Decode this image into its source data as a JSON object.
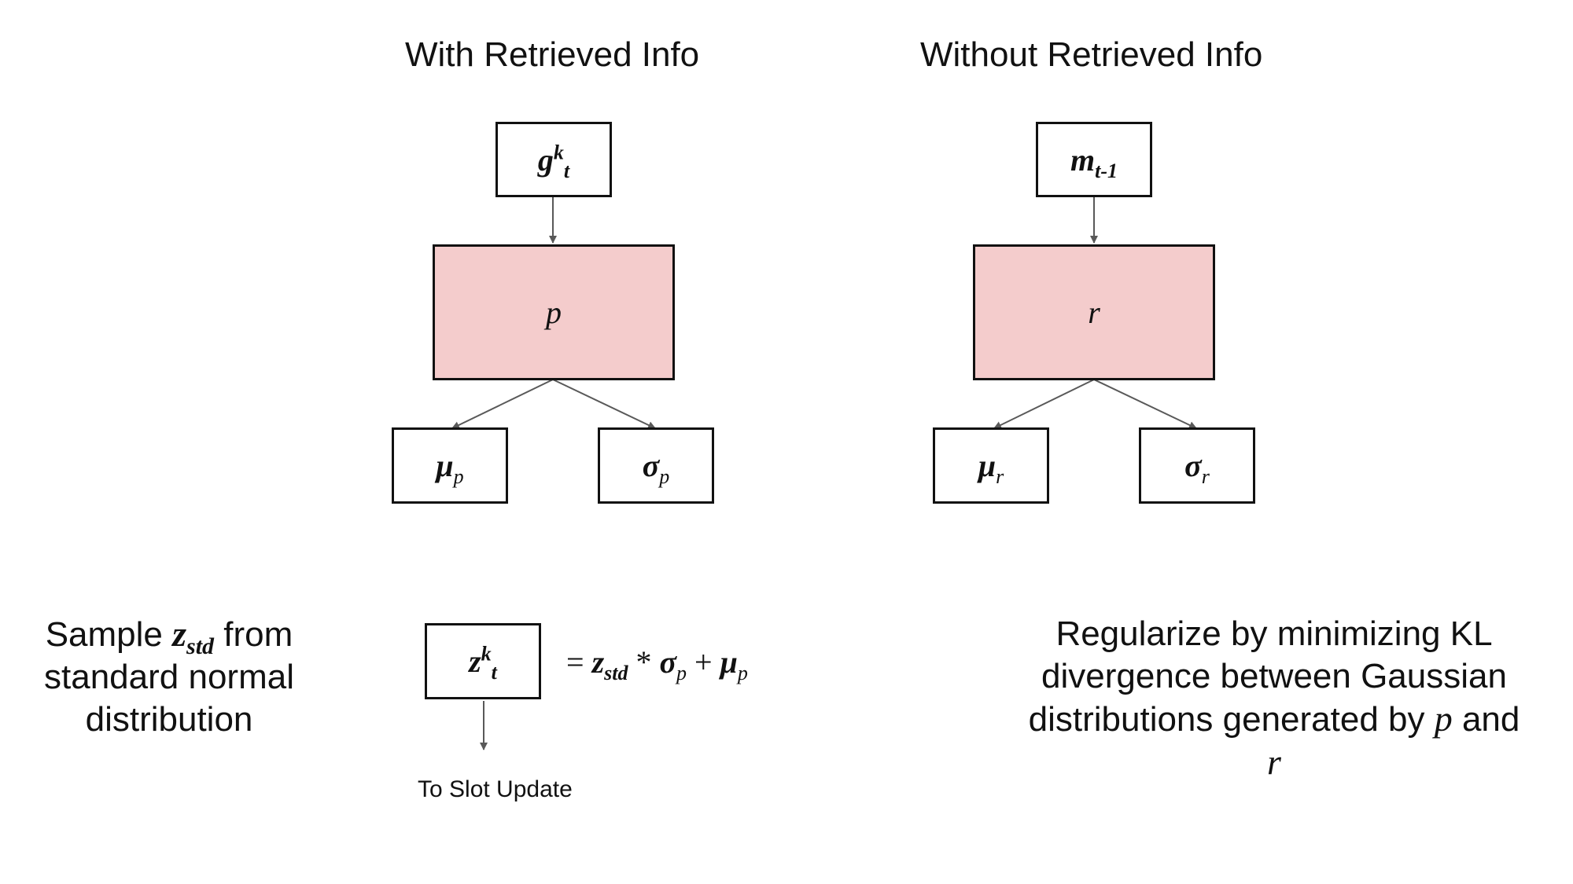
{
  "headings": {
    "left": "With Retrieved Info",
    "right": "Without Retrieved Info"
  },
  "left_tree": {
    "input": {
      "base": "g",
      "sup": "k",
      "sub": "t"
    },
    "network": "p",
    "mu": {
      "base": "μ",
      "sub": "p"
    },
    "sigma": {
      "base": "σ",
      "sub": "p"
    }
  },
  "right_tree": {
    "input": {
      "base": "m",
      "sub": "t-1"
    },
    "network": "r",
    "mu": {
      "base": "μ",
      "sub": "r"
    },
    "sigma": {
      "base": "σ",
      "sub": "r"
    }
  },
  "sample_note": {
    "pre": "Sample ",
    "var": "z",
    "var_sub": "std",
    "post": " from standard normal distribution"
  },
  "z_box": {
    "base": "z",
    "sup": "k",
    "sub": "t"
  },
  "equation": {
    "eq": "= ",
    "z": "z",
    "z_sub": "std",
    "times": " * ",
    "sigma": "σ",
    "sigma_sub": "p",
    "plus": " + ",
    "mu": "μ",
    "mu_sub": "p"
  },
  "to_slot_update": "To Slot Update",
  "regularize_note": {
    "text": "Regularize by minimizing KL divergence between Gaussian distributions generated by ",
    "p": "p",
    "and": " and ",
    "r": "r"
  },
  "colors": {
    "network_fill": "#f4cccc",
    "arrow": "#595959"
  }
}
